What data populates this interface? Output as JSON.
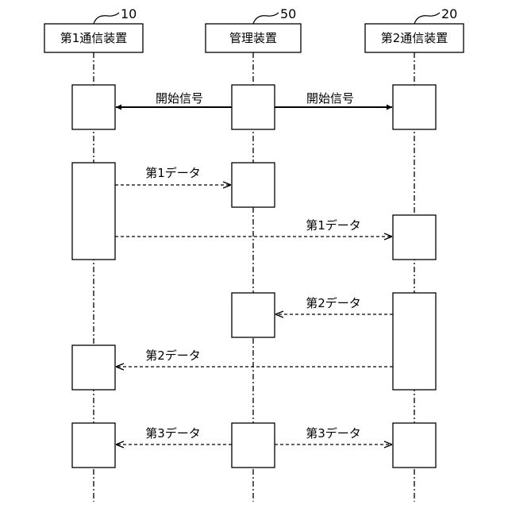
{
  "participants": [
    {
      "id": "p1",
      "label": "第1通信装置",
      "ref": "10"
    },
    {
      "id": "mgr",
      "label": "管理装置",
      "ref": "50"
    },
    {
      "id": "p2",
      "label": "第2通信装置",
      "ref": "20"
    }
  ],
  "messages": [
    {
      "id": "start-to-p1",
      "label": "開始信号",
      "from": "mgr",
      "to": "p1",
      "style": "solid"
    },
    {
      "id": "start-to-p2",
      "label": "開始信号",
      "from": "mgr",
      "to": "p2",
      "style": "solid"
    },
    {
      "id": "data1-to-mgr",
      "label": "第1データ",
      "from": "p1",
      "to": "mgr",
      "style": "dashed"
    },
    {
      "id": "data1-to-p2",
      "label": "第1データ",
      "from": "p1",
      "to": "p2",
      "style": "dashed"
    },
    {
      "id": "data2-to-mgr",
      "label": "第2データ",
      "from": "p2",
      "to": "mgr",
      "style": "dashed"
    },
    {
      "id": "data2-to-p1",
      "label": "第2データ",
      "from": "p2",
      "to": "p1",
      "style": "dashed"
    },
    {
      "id": "data3-to-p1",
      "label": "第3データ",
      "from": "mgr",
      "to": "p1",
      "style": "dashed"
    },
    {
      "id": "data3-to-p2",
      "label": "第3データ",
      "from": "mgr",
      "to": "p2",
      "style": "dashed"
    }
  ]
}
